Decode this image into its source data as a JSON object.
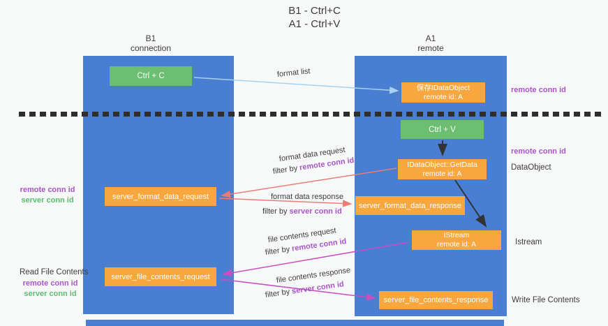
{
  "title": {
    "line1": "B1 - Ctrl+C",
    "line2": "A1 - Ctrl+V"
  },
  "lanes": {
    "b1": {
      "name": "B1",
      "subtitle": "connection"
    },
    "a1": {
      "name": "A1",
      "subtitle": "remote"
    }
  },
  "nodes": {
    "ctrl_c": {
      "label": "Ctrl + C"
    },
    "ctrl_v": {
      "label": "Ctrl + V"
    },
    "save_idataobject": {
      "line1": "保存IDataObject",
      "line2": "remote id: A"
    },
    "idataobject_getdata": {
      "line1": "IDataObject::GetData",
      "line2": "remote id: A"
    },
    "istream": {
      "line1": "IStream",
      "line2": "remote id: A"
    },
    "server_format_data_request": {
      "label": "server_format_data_request"
    },
    "server_format_data_response": {
      "label": "server_format_data_response"
    },
    "server_file_contents_request": {
      "label": "server_file_contents_request"
    },
    "server_file_contents_response": {
      "label": "server_file_contents_response"
    }
  },
  "flow_labels": {
    "format_list": "format list",
    "format_data_request": "format data request",
    "format_data_response": "format data response",
    "file_contents_request": "file contents request",
    "file_contents_response": "file contents response",
    "filter_by_prefix": "filter by ",
    "remote_conn_id": "remote conn id",
    "server_conn_id": "server conn id"
  },
  "side_labels": {
    "remote_conn_id": "remote conn id",
    "server_conn_id": "server conn id",
    "dataobject": "DataObject",
    "istream": "Istream",
    "read_file_contents": "Read File Contents",
    "write_file_contents": "Write File Contents"
  },
  "colors": {
    "lane_blue": "#4A7ED3",
    "node_green": "#6CBE70",
    "node_orange": "#F7A73E",
    "arrow_light_blue": "#A6D2F0",
    "arrow_salmon": "#E97E76",
    "arrow_magenta": "#C94FC0",
    "arrow_black": "#333333",
    "label_purple": "#A855C8",
    "label_green": "#5BBE6E",
    "text_dark": "#3C3C3C",
    "background": "#F7F8F8"
  }
}
